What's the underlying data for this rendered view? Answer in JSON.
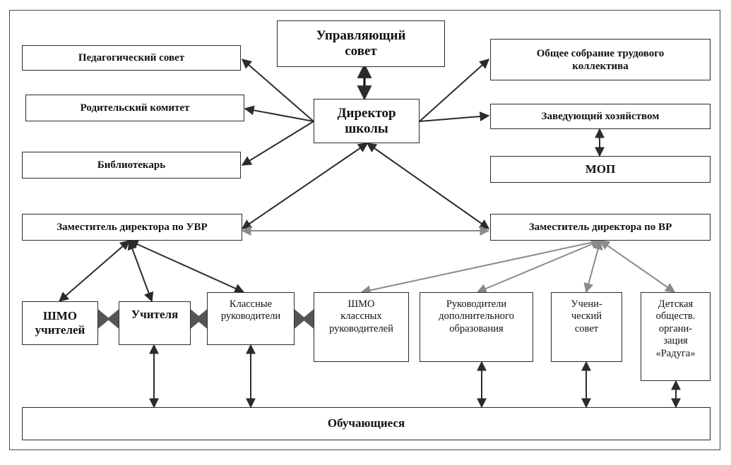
{
  "nodes": {
    "board": "Управляющий\nсовет",
    "director": "Директор\nшколы",
    "ped_council": "Педагогический совет",
    "parent_committee": "Родительский комитет",
    "librarian": "Библиотекарь",
    "general_meeting": "Общее собрание трудового\nколлектива",
    "housekeeper": "Заведующий хозяйством",
    "mop": "МОП",
    "deputy_uvr": "Заместитель директора по УВР",
    "deputy_vr": "Заместитель директора по ВР",
    "shmo_teachers": "ШМО\nучителей",
    "teachers": "Учителя",
    "class_leaders": "Классные\nруководители",
    "shmo_class_leaders": "ШМО\nклассных\nруководителей",
    "extra_ed_leaders": "Руководители\nдополнительного\nобразования",
    "student_council": "Учени-\nческий\nсовет",
    "children_org": "Детская\nобществ.\nоргани-\nзация\n«Радуга»",
    "students": "Обучающиеся"
  },
  "colors": {
    "line": "#2b2b2b",
    "gray_line": "#8a8a8a",
    "border": "#2a2a2a"
  }
}
